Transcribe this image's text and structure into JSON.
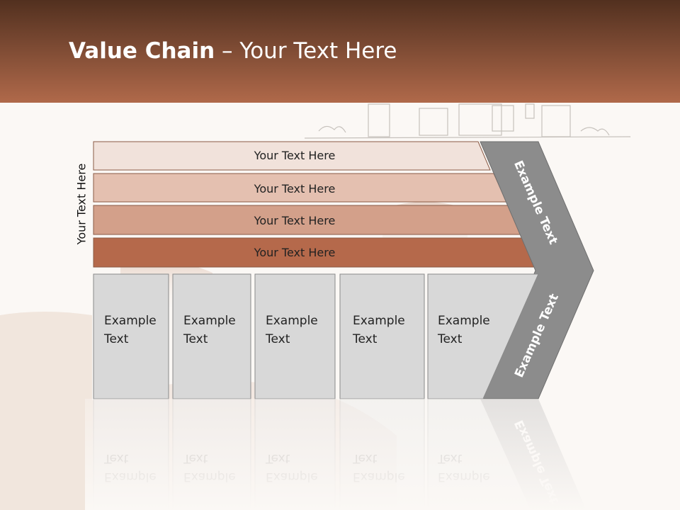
{
  "slide": {
    "title_bold": "Value Chain",
    "title_rest": " – Your Text Here",
    "side_label": "Your Text Here"
  },
  "bars": [
    {
      "label": "Your Text Here",
      "color": "#f1e2db"
    },
    {
      "label": "Your Text Here",
      "color": "#e4c0b0"
    },
    {
      "label": "Your Text Here",
      "color": "#d3a08a"
    },
    {
      "label": "Your Text Here",
      "color": "#b5694b"
    }
  ],
  "boxes": [
    {
      "line1": "Example",
      "line2": "Text"
    },
    {
      "line1": "Example",
      "line2": "Text"
    },
    {
      "line1": "Example",
      "line2": "Text"
    },
    {
      "line1": "Example",
      "line2": "Text"
    },
    {
      "line1": "Example",
      "line2": "Text"
    }
  ],
  "chevron": {
    "upper_label": "Example Text",
    "lower_label": "Example Text",
    "color": "#8c8c8c"
  },
  "colors": {
    "box_fill": "#d8d8d8",
    "header_top": "#52301f",
    "header_bottom": "#b0694a"
  }
}
